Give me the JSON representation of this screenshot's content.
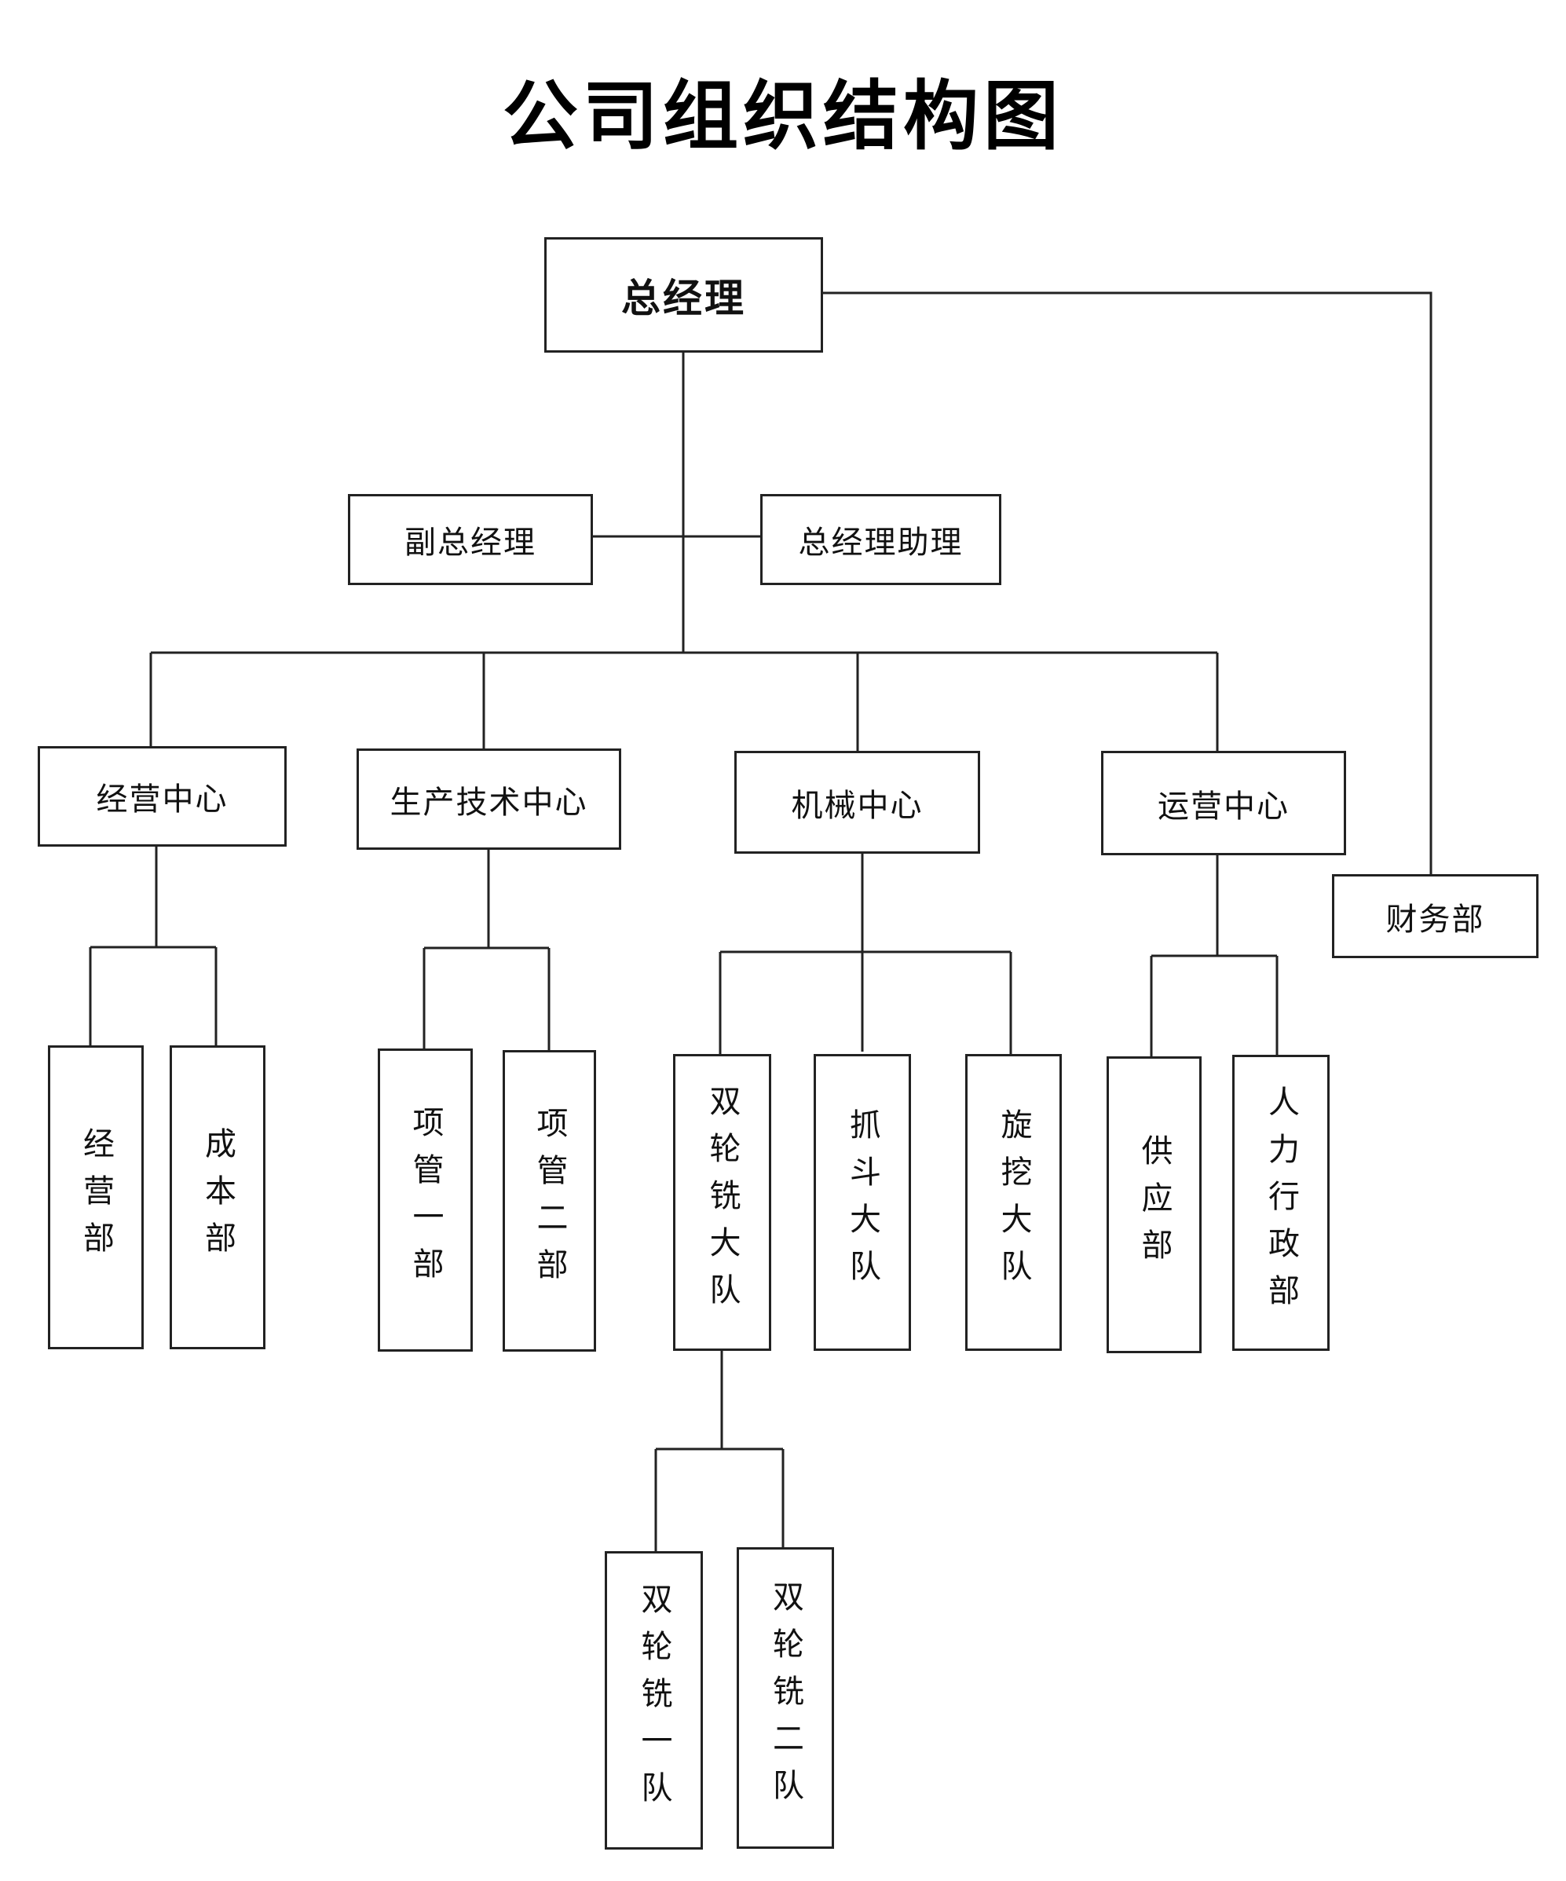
{
  "title": "公司组织结构图",
  "nodes": {
    "gm": "总经理",
    "deputy_gm": "副总经理",
    "gm_assistant": "总经理助理",
    "finance": "财务部",
    "business_center": "经营中心",
    "production_tech_center": "生产技术中心",
    "machinery_center": "机械中心",
    "operations_center": "运营中心",
    "business_dept": "经营部",
    "cost_dept": "成本部",
    "project_dept_1": "项管一部",
    "project_dept_2": "项管二部",
    "twin_wheel_mill_brigade": "双轮铣大队",
    "grab_bucket_brigade": "抓斗大队",
    "rotary_drill_brigade": "旋挖大队",
    "supply_dept": "供应部",
    "hr_admin_dept": "人力行政部",
    "twin_wheel_mill_team_1": "双轮铣一队",
    "twin_wheel_mill_team_2": "双轮铣二队"
  }
}
